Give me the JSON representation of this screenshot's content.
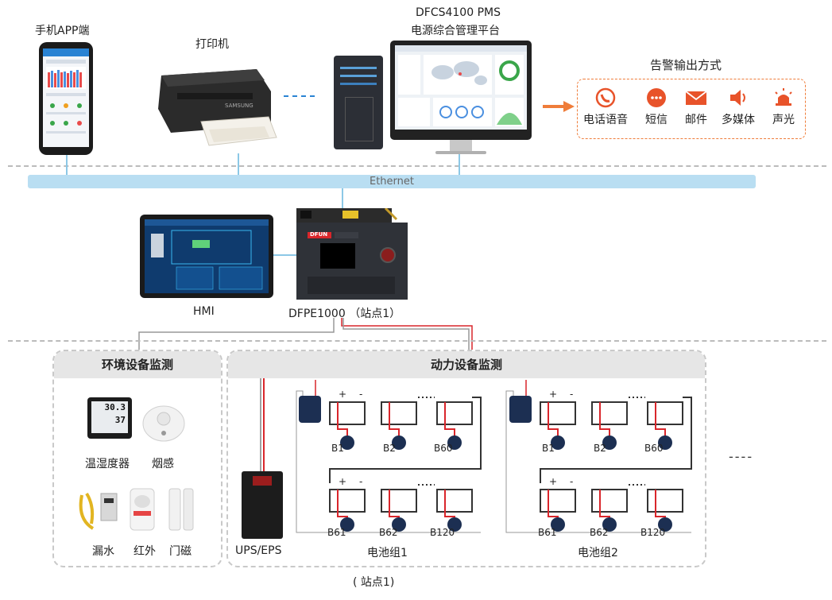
{
  "top": {
    "phone_label": "手机APP端",
    "printer_label": "打印机",
    "platform_title": "DFCS4100 PMS",
    "platform_subtitle": "电源综合管理平台",
    "alarm_title": "告警输出方式",
    "alarm_items": [
      {
        "label": "电话语音",
        "icon": "phone-voice-icon"
      },
      {
        "label": "短信",
        "icon": "sms-icon"
      },
      {
        "label": "邮件",
        "icon": "mail-icon"
      },
      {
        "label": "多媒体",
        "icon": "speaker-icon"
      },
      {
        "label": "声光",
        "icon": "siren-icon"
      }
    ],
    "printer_brand": "SAMSUNG"
  },
  "bus_label": "Ethernet",
  "middle": {
    "hmi_label": "HMI",
    "dfpe_label": "DFPE1000 （站点1）",
    "dfpe_brand": "DFUN"
  },
  "env": {
    "title": "环境设备监测",
    "items": [
      "温湿度器",
      "烟感",
      "漏水",
      "红外",
      "门磁"
    ],
    "thermo_readings": [
      "30.3",
      "37"
    ]
  },
  "power": {
    "title": "动力设备监测",
    "ups_label": "UPS/EPS",
    "group1_label": "电池组1",
    "group2_label": "电池组2",
    "battery_labels_top": [
      "B1",
      "B2",
      "B60"
    ],
    "battery_labels_bottom": [
      "B61",
      "B62",
      "B120"
    ],
    "polarity": [
      "+",
      "-"
    ],
    "ellipsis": "----"
  },
  "footer": "( 站点1)",
  "colors": {
    "accent": "#ef7d3a",
    "bus": "#b9def2",
    "wire_red": "#d9262b",
    "alarm_icon": "#e8532a"
  }
}
